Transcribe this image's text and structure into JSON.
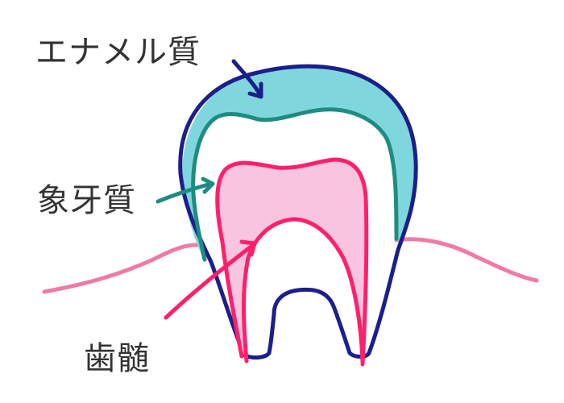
{
  "labels": {
    "enamel": "エナメル質",
    "dentin": "象牙質",
    "pulp": "歯髄"
  },
  "colors": {
    "enamel_fill": "#7fd6dd",
    "tooth_outline": "#1c1f8a",
    "dentin_line": "#1e8c82",
    "pulp_fill": "#f9c4e0",
    "pulp_line": "#ff1f6a",
    "gum_line": "#f07aa6",
    "label_text": "#333333"
  }
}
